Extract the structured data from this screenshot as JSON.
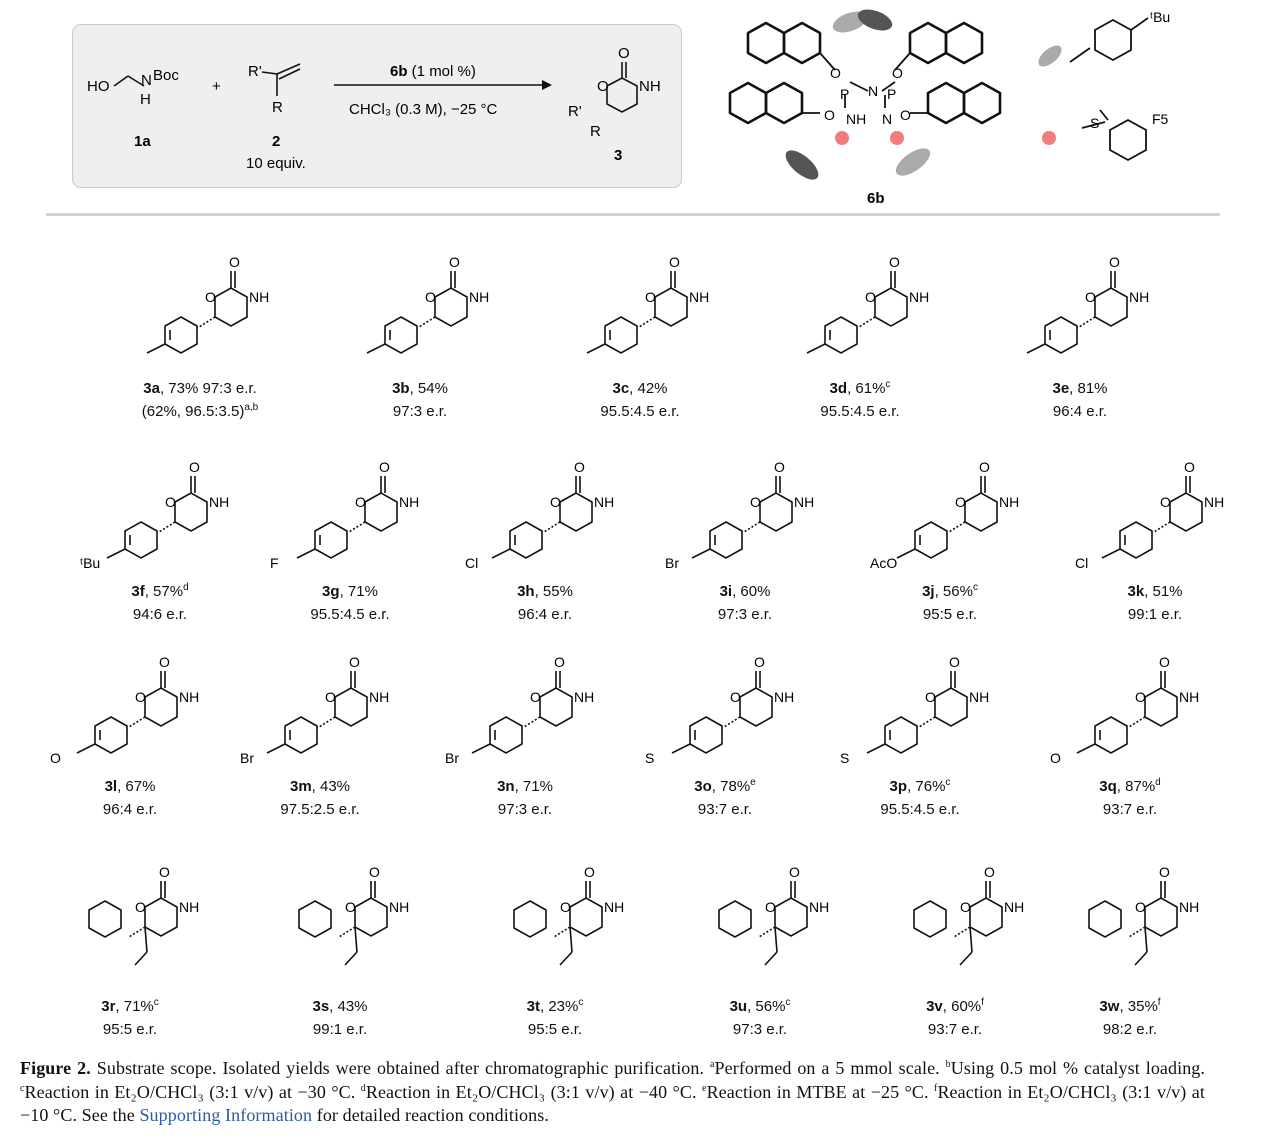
{
  "scheme": {
    "reactant1": {
      "ho": "HO",
      "n": "N",
      "boc": "Boc",
      "h": "H",
      "label": "1a"
    },
    "plus": "+",
    "reactant2": {
      "rprime": "R'",
      "r": "R",
      "label": "2",
      "equiv": "10 equiv."
    },
    "catalyst_bold": "6b",
    "catalyst_rest": " (1 mol %)",
    "conditions": "CHCl₃ (0.3 M), −25 °C",
    "product": {
      "o": "O",
      "nh": "NH",
      "rprime": "R'",
      "r": "R",
      "label": "3"
    }
  },
  "catalyst": {
    "o": "O",
    "p": "P",
    "n": "N",
    "nh": "NH",
    "label": "6b",
    "tbu": "ᵗBu",
    "s": "S",
    "f5": "F5"
  },
  "products": [
    {
      "id": "3a",
      "rest": ", 73% 97:3 e.r.",
      "line2": "(62%, 96.5:3.5)",
      "sup2": "a,b"
    },
    {
      "id": "3b",
      "rest": ", 54%",
      "line2": "97:3 e.r."
    },
    {
      "id": "3c",
      "rest": ", 42%",
      "line2": "95.5:4.5 e.r."
    },
    {
      "id": "3d",
      "rest": ", 61%",
      "sup": "c",
      "line2": "95.5:4.5 e.r."
    },
    {
      "id": "3e",
      "rest": ", 81%",
      "line2": "96:4 e.r."
    },
    {
      "id": "3f",
      "rest": ", 57%",
      "sup": "d",
      "line2": "94:6 e.r.",
      "sub": "ᵗBu"
    },
    {
      "id": "3g",
      "rest": ", 71%",
      "line2": "95.5:4.5 e.r.",
      "sub": "F"
    },
    {
      "id": "3h",
      "rest": ", 55%",
      "line2": "96:4 e.r.",
      "sub": "Cl"
    },
    {
      "id": "3i",
      "rest": ", 60%",
      "line2": "97:3 e.r.",
      "sub": "Br"
    },
    {
      "id": "3j",
      "rest": ", 56%",
      "sup": "c",
      "line2": "95:5 e.r.",
      "sub": "AcO"
    },
    {
      "id": "3k",
      "rest": ", 51%",
      "line2": "99:1 e.r.",
      "sub": "Cl"
    },
    {
      "id": "3l",
      "rest": ", 67%",
      "line2": "96:4 e.r.",
      "sub": "O"
    },
    {
      "id": "3m",
      "rest": ", 43%",
      "line2": "97.5:2.5 e.r.",
      "sub": "Br"
    },
    {
      "id": "3n",
      "rest": ", 71%",
      "line2": "97:3 e.r.",
      "sub": "Br"
    },
    {
      "id": "3o",
      "rest": ", 78%",
      "sup": "e",
      "line2": "93:7 e.r.",
      "sub": "S"
    },
    {
      "id": "3p",
      "rest": ", 76%",
      "sup": "c",
      "line2": "95.5:4.5 e.r.",
      "sub": "S"
    },
    {
      "id": "3q",
      "rest": ", 87%",
      "sup": "d",
      "line2": "93:7 e.r.",
      "sub": "O"
    },
    {
      "id": "3r",
      "rest": ", 71%",
      "sup": "c",
      "line2": "95:5 e.r."
    },
    {
      "id": "3s",
      "rest": ", 43%",
      "line2": "99:1 e.r."
    },
    {
      "id": "3t",
      "rest": ", 23%",
      "sup": "c",
      "line2": "95:5 e.r."
    },
    {
      "id": "3u",
      "rest": ", 56%",
      "sup": "c",
      "line2": "97:3 e.r."
    },
    {
      "id": "3v",
      "rest": ", 60%",
      "sup": "f",
      "line2": "93:7 e.r."
    },
    {
      "id": "3w",
      "rest": ", 35%",
      "sup": "f",
      "line2": "98:2 e.r."
    }
  ],
  "ring": {
    "o": "O",
    "nh": "NH"
  },
  "caption": {
    "fig": "Figure 2.",
    "p1": " Substrate scope. Isolated yields were obtained after chromatographic purification. ",
    "a": "a",
    "ta": "Performed on a 5 mmol scale. ",
    "b": "b",
    "tb": "Using 0.5 mol % catalyst loading. ",
    "c": "c",
    "tc": "Reaction in Et₂O/CHCl₃ (3:1 v/v) at −30 °C. ",
    "d": "d",
    "td": "Reaction in Et₂O/CHCl₃ (3:1 v/v) at −40 °C. ",
    "e": "e",
    "te": "Reaction in MTBE at −25 °C. ",
    "f": "f",
    "tf": "Reaction in Et₂O/CHCl₃ (3:1 v/v) at −10 °C. See the ",
    "link": "Supporting Information",
    "end": " for detailed reaction conditions."
  }
}
